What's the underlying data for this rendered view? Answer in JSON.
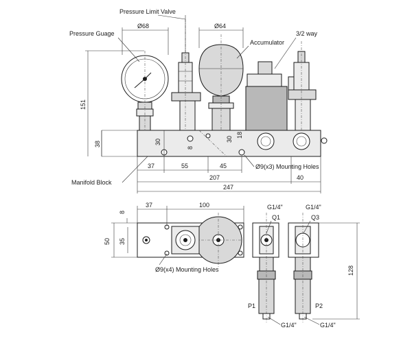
{
  "labels": {
    "pressure_limit_valve": "Pressure Limit Valve",
    "pressure_gauge": "Pressure Guage",
    "accumulator": "Accumulator",
    "three_two_way": "3/2 way",
    "manifold_block": "Manifold Block",
    "mounting_holes_3": "Ø9(x3) Mounting Holes",
    "mounting_holes_4": "Ø9(x4) Mounting Holes",
    "q1": "Q1",
    "q3": "Q3",
    "p1": "P1",
    "p2": "P2",
    "g14_q1": "G1/4\"",
    "g14_q3": "G1/4\"",
    "g14_p1": "G1/4\"",
    "g14_p2": "G1/4\""
  },
  "dimensions": {
    "d68": "Ø68",
    "d64": "Ø64",
    "h151": "151",
    "h38": "38",
    "h30a": "30",
    "h30b": "30",
    "h18": "18",
    "h8a": "8",
    "w37a": "37",
    "w55": "55",
    "w45": "45",
    "w207": "207",
    "w40": "40",
    "w247": "247",
    "w37b": "37",
    "w100": "100",
    "h8b": "8",
    "h50": "50",
    "h35": "35",
    "h128": "128"
  }
}
